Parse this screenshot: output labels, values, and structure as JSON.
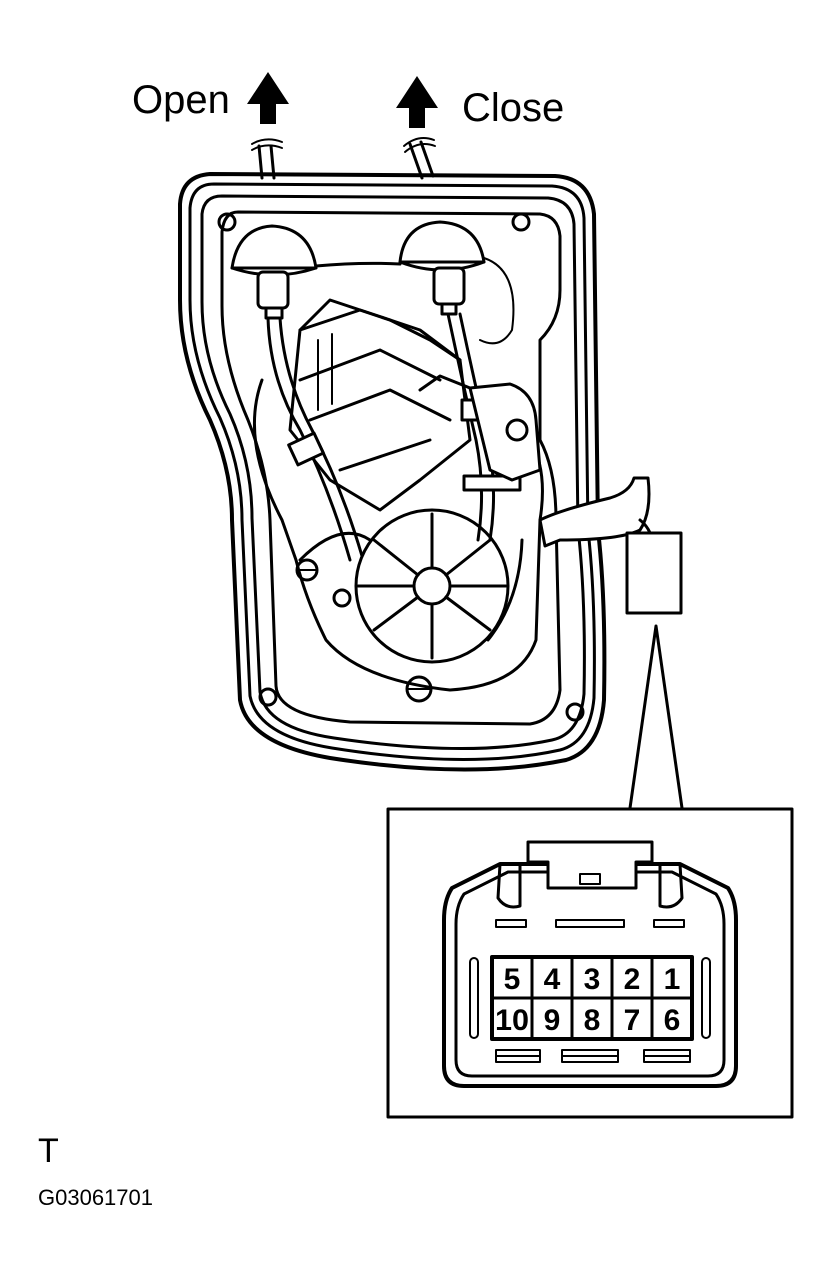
{
  "labels": {
    "open": "Open",
    "close": "Close",
    "view_mark": "T",
    "figure_id": "G03061701"
  },
  "connector": {
    "top_row": [
      "5",
      "4",
      "3",
      "2",
      "1"
    ],
    "bottom_row": [
      "10",
      "9",
      "8",
      "7",
      "6"
    ]
  },
  "colors": {
    "line": "#000000",
    "background": "#ffffff"
  }
}
